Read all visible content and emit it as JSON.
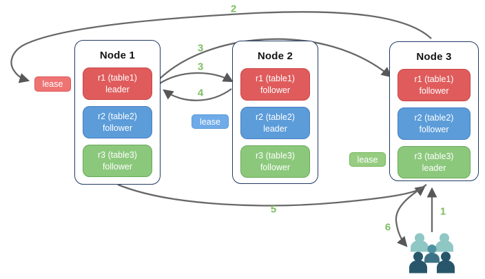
{
  "nodes": [
    {
      "title": "Node 1",
      "replicas": [
        {
          "name": "r1 (table1)",
          "role": "leader",
          "color": "red"
        },
        {
          "name": "r2 (table2)",
          "role": "follower",
          "color": "blue"
        },
        {
          "name": "r3 (table3)",
          "role": "follower",
          "color": "green"
        }
      ]
    },
    {
      "title": "Node 2",
      "replicas": [
        {
          "name": "r1 (table1)",
          "role": "follower",
          "color": "red"
        },
        {
          "name": "r2 (table2)",
          "role": "leader",
          "color": "blue"
        },
        {
          "name": "r3 (table3)",
          "role": "follower",
          "color": "green"
        }
      ]
    },
    {
      "title": "Node 3",
      "replicas": [
        {
          "name": "r1 (table1)",
          "role": "follower",
          "color": "red"
        },
        {
          "name": "r2 (table2)",
          "role": "follower",
          "color": "blue"
        },
        {
          "name": "r3 (table3)",
          "role": "leader",
          "color": "green"
        }
      ]
    }
  ],
  "leases": [
    {
      "label": "lease",
      "color": "red"
    },
    {
      "label": "lease",
      "color": "blue"
    },
    {
      "label": "lease",
      "color": "green"
    }
  ],
  "steps": {
    "s1": "1",
    "s2": "2",
    "s3a": "3",
    "s3b": "3",
    "s4": "4",
    "s5": "5",
    "s6": "6"
  },
  "icons": {
    "users": "users-group-icon"
  },
  "colors": {
    "node_border": "#1f3864",
    "replica_red": "#e05c5c",
    "replica_blue": "#5b9cd9",
    "replica_green": "#8cc87c",
    "lease_red": "#ee7474",
    "lease_blue": "#6fabe8",
    "lease_green": "#97cd82",
    "arrow": "#676767",
    "step_label": "#7dbd62",
    "users_light": "#8fc7c5",
    "users_medium": "#4f91a1",
    "users_dark": "#27566b"
  }
}
